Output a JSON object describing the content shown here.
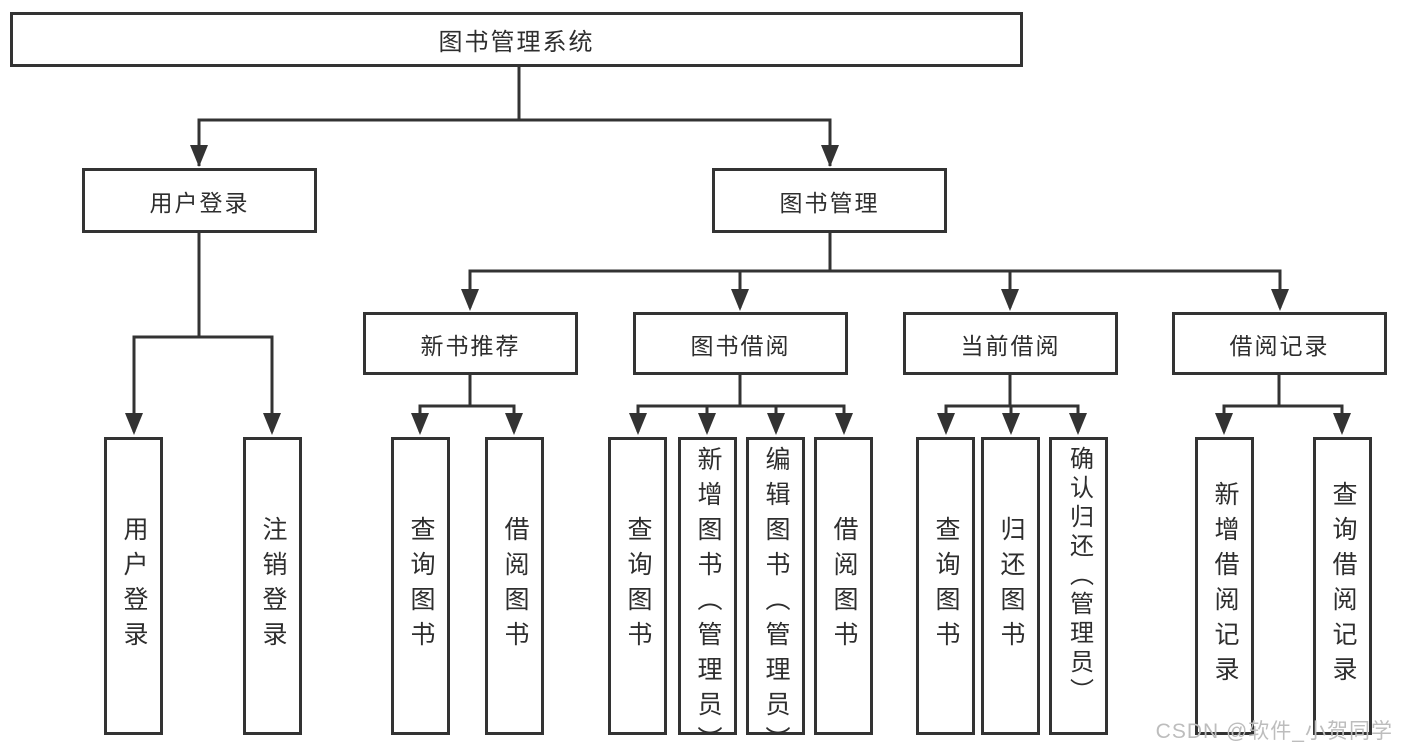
{
  "diagram": {
    "root": {
      "label": "图书管理系统"
    },
    "level2": [
      {
        "label": "用户登录"
      },
      {
        "label": "图书管理"
      }
    ],
    "level3": [
      {
        "label": "新书推荐"
      },
      {
        "label": "图书借阅"
      },
      {
        "label": "当前借阅"
      },
      {
        "label": "借阅记录"
      }
    ],
    "leaves": {
      "user_login": [
        {
          "label": "用户登录"
        },
        {
          "label": "注销登录"
        }
      ],
      "new_books": [
        {
          "label": "查询图书"
        },
        {
          "label": "借阅图书"
        }
      ],
      "book_borrow": [
        {
          "label": "查询图书"
        },
        {
          "label": "新增图书（管理员）"
        },
        {
          "label": "编辑图书（管理员）"
        },
        {
          "label": "借阅图书"
        }
      ],
      "current_borrow": [
        {
          "label": "查询图书"
        },
        {
          "label": "归还图书"
        },
        {
          "label": "确认归还（管理员）"
        }
      ],
      "borrow_records": [
        {
          "label": "新增借阅记录"
        },
        {
          "label": "查询借阅记录"
        }
      ]
    },
    "colors": {
      "line": "#333333",
      "text": "#2e2e2e",
      "background": "#ffffff",
      "watermark": "#bdbdbd"
    },
    "watermark": "CSDN @软件_小贺同学"
  }
}
